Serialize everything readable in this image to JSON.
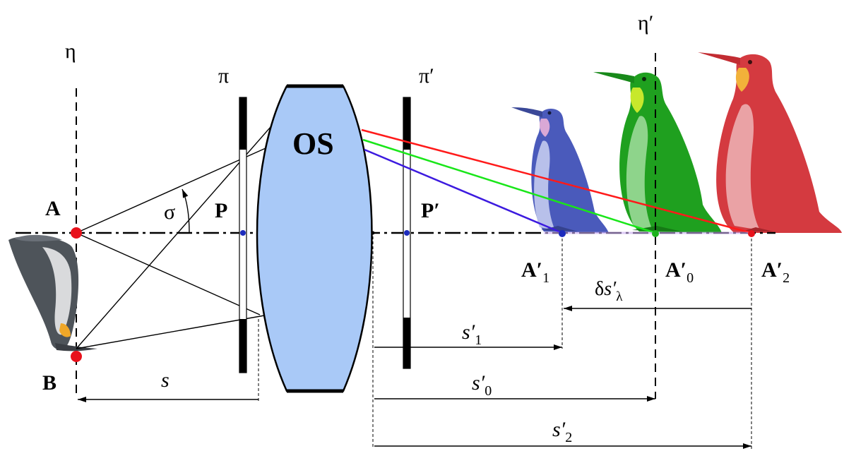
{
  "labels": {
    "eta": "η",
    "eta_prime": "η′",
    "pi": "π",
    "pi_prime": "π′",
    "os": "OS",
    "A": "A",
    "B": "B",
    "P": "P",
    "P_prime": "P′",
    "sigma": "σ",
    "A1_main": "A′",
    "A1_sub": "1",
    "A0_main": "A′",
    "A0_sub": "0",
    "A2_main": "A′",
    "A2_sub": "2",
    "delta_s_pre": "δ",
    "delta_s_main": "s′",
    "delta_s_sub": "λ",
    "s": "s",
    "s1_main": "s′",
    "s1_sub": "1",
    "s0_main": "s′",
    "s0_sub": "0",
    "s2_main": "s′",
    "s2_sub": "2"
  },
  "colors": {
    "lens_fill": "#a9c9f7",
    "ray_red": "#ff1a1a",
    "ray_green": "#19e619",
    "ray_blue": "#3c1adf",
    "point_red": "#e8111b",
    "point_blue": "#1c2bbd",
    "point_green": "#1db21d",
    "penguin_blue": "#4959b8",
    "penguin_green": "#1ea21e",
    "penguin_red": "#d3383e",
    "penguin_gray": "#555a60"
  }
}
